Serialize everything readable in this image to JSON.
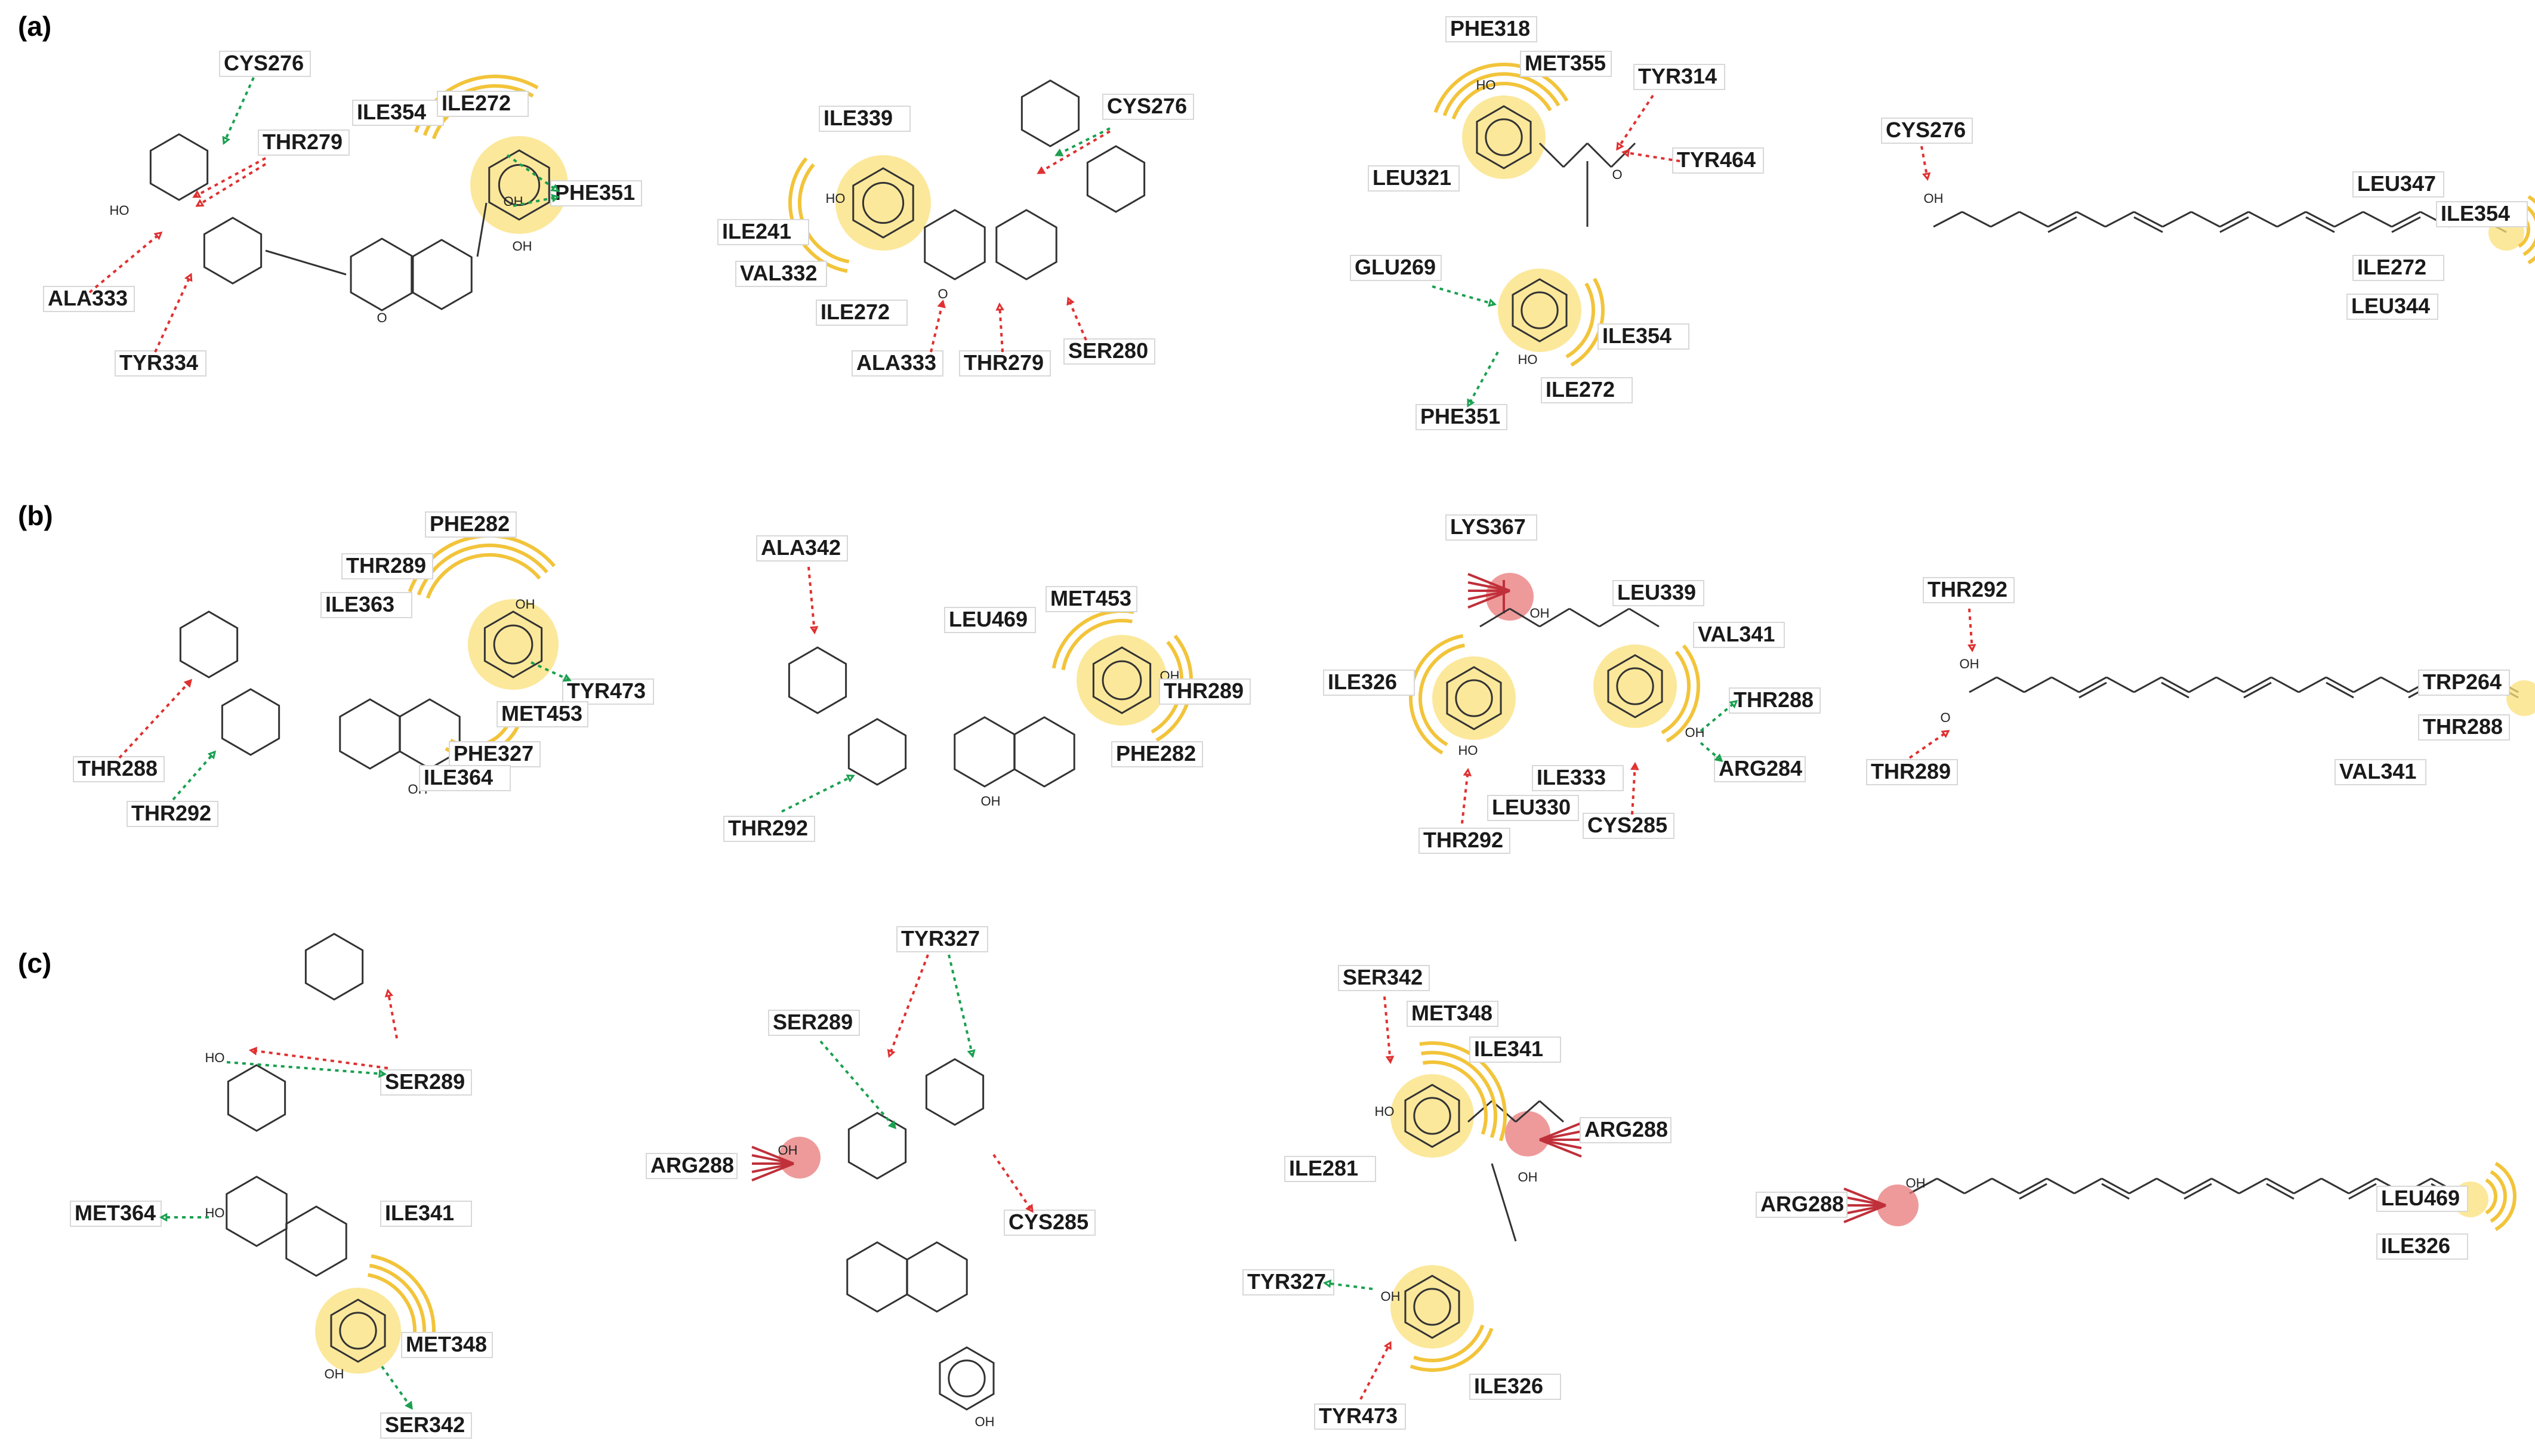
{
  "panels": [
    {
      "label": "(a)",
      "molecules": [
        {
          "residues": [
            "CYS276",
            "THR279",
            "ILE354",
            "ILE272",
            "PHE351",
            "ALA333",
            "TYR334"
          ]
        },
        {
          "residues": [
            "ILE339",
            "CYS276",
            "ILE241",
            "VAL332",
            "ILE272",
            "ALA333",
            "THR279",
            "SER280"
          ]
        },
        {
          "residues": [
            "PHE318",
            "MET355",
            "TYR314",
            "TYR464",
            "LEU321",
            "GLU269",
            "ILE354",
            "ILE272",
            "PHE351"
          ]
        },
        {
          "residues": [
            "CYS276",
            "LEU347",
            "ILE354",
            "ILE272",
            "LEU344"
          ]
        }
      ]
    },
    {
      "label": "(b)",
      "molecules": [
        {
          "residues": [
            "PHE282",
            "THR289",
            "ILE363",
            "TYR473",
            "MET453",
            "PHE327",
            "ILE364",
            "THR288",
            "THR292"
          ]
        },
        {
          "residues": [
            "ALA342",
            "MET453",
            "LEU469",
            "THR289",
            "PHE282",
            "THR292"
          ]
        },
        {
          "residues": [
            "LYS367",
            "LEU339",
            "VAL341",
            "ILE326",
            "THR288",
            "ARG284",
            "ILE333",
            "LEU330",
            "CYS285",
            "THR292"
          ]
        },
        {
          "residues": [
            "THR292",
            "TRP264",
            "THR288",
            "THR289",
            "VAL341"
          ]
        }
      ]
    },
    {
      "label": "(c)",
      "molecules": [
        {
          "residues": [
            "SER289",
            "MET364",
            "ILE341",
            "MET348",
            "SER342"
          ]
        },
        {
          "residues": [
            "TYR327",
            "SER289",
            "ARG288",
            "CYS285"
          ]
        },
        {
          "residues": [
            "SER342",
            "MET348",
            "ILE341",
            "ARG288",
            "ILE281",
            "TYR327",
            "ILE326",
            "TYR473"
          ]
        },
        {
          "residues": [
            "ARG288",
            "LEU469",
            "ILE326"
          ]
        }
      ]
    }
  ],
  "atoms": {
    "oh": "OH",
    "ho": "HO",
    "o": "O"
  },
  "colors": {
    "hbond_acceptor": "#e03030",
    "hbond_donor": "#1aa050",
    "hydrophobic": "#f2c43a",
    "salt_bridge": "#e87878"
  }
}
